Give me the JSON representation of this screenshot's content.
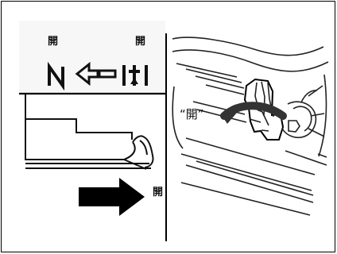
{
  "document": {
    "left_illustration": {
      "label_open_left": "開",
      "label_open_right": "開",
      "arrow_label": "開"
    },
    "right_illustration": {
      "quote_label": "“開”"
    }
  }
}
